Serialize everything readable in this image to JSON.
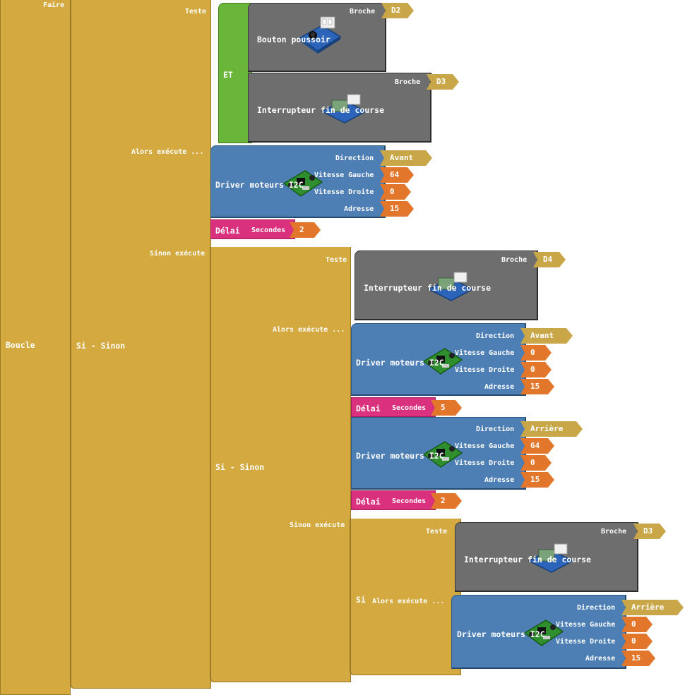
{
  "loop": {
    "label": "Boucle",
    "do_label": "Faire"
  },
  "outer_if": {
    "label": "Si - Sinon",
    "test_label": "Teste",
    "then_label": "Alors exécute ...",
    "else_label": "Sinon exécute",
    "and_label": "ET",
    "button": {
      "name": "Bouton poussoir",
      "pin_label": "Broche",
      "pin": "D2"
    },
    "switch": {
      "name": "Interrupteur fin de course",
      "pin_label": "Broche",
      "pin": "D3"
    },
    "driver": {
      "name": "Driver moteurs I2C",
      "direction_label": "Direction",
      "direction": "Avant",
      "left_label": "Vitesse Gauche",
      "left": "64",
      "right_label": "Vitesse Droite",
      "right": "0",
      "address_label": "Adresse",
      "address": "15"
    },
    "delay": {
      "label": "Délai",
      "seconds_label": "Secondes",
      "seconds": "2"
    }
  },
  "inner_if": {
    "label": "Si - Sinon",
    "test_label": "Teste",
    "then_label": "Alors exécute ...",
    "else_label": "Sinon exécute",
    "switch": {
      "name": "Interrupteur fin de course",
      "pin_label": "Broche",
      "pin": "D4"
    },
    "driver1": {
      "name": "Driver moteurs I2C",
      "direction_label": "Direction",
      "direction": "Avant",
      "left_label": "Vitesse Gauche",
      "left": "0",
      "right_label": "Vitesse Droite",
      "right": "0",
      "address_label": "Adresse",
      "address": "15"
    },
    "delay1": {
      "label": "Délai",
      "seconds_label": "Secondes",
      "seconds": "5"
    },
    "driver2": {
      "name": "Driver moteurs I2C",
      "direction_label": "Direction",
      "direction": "Arrière",
      "left_label": "Vitesse Gauche",
      "left": "64",
      "right_label": "Vitesse Droite",
      "right": "0",
      "address_label": "Adresse",
      "address": "15"
    },
    "delay2": {
      "label": "Délai",
      "seconds_label": "Secondes",
      "seconds": "2"
    }
  },
  "last_if": {
    "label": "Si",
    "test_label": "Teste",
    "then_label": "Alors exécute ...",
    "switch": {
      "name": "Interrupteur fin de course",
      "pin_label": "Broche",
      "pin": "D3"
    },
    "driver": {
      "name": "Driver moteurs I2C",
      "direction_label": "Direction",
      "direction": "Arrière",
      "left_label": "Vitesse Gauche",
      "left": "0",
      "right_label": "Vitesse Droite",
      "right": "0",
      "address_label": "Adresse",
      "address": "15"
    }
  },
  "icons": [
    "button-module-icon",
    "limit-switch-module-icon",
    "motor-driver-board-icon"
  ],
  "colors": {
    "control": "#d4a93f",
    "logic": "#6ab63a",
    "sensor": "#6e6e6e",
    "actuator": "#4d7fb5",
    "delay": "#d9317e",
    "number": "#e2762b",
    "pin": "#c9a748"
  }
}
